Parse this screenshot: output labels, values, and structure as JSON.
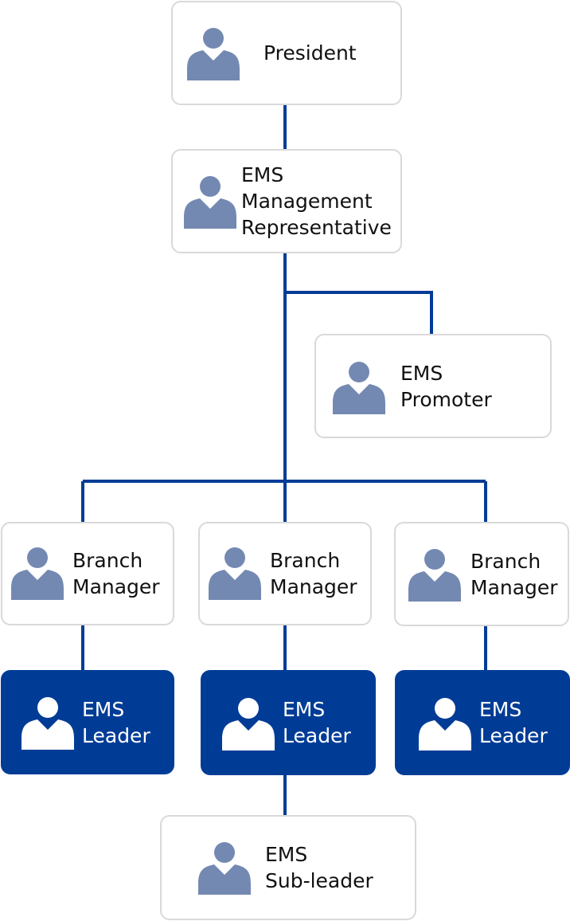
{
  "colors": {
    "connector": "#003c96",
    "icon_light": "#7489b2",
    "icon_on_dark": "#ffffff",
    "dark_box": "#003c96",
    "box_border": "#d9d9d9"
  },
  "nodes": {
    "president": {
      "lines": [
        "President"
      ],
      "icon": "person-icon",
      "style": "outlined"
    },
    "ems_management_representative": {
      "lines": [
        "EMS",
        "Management",
        "Representative"
      ],
      "icon": "person-icon",
      "style": "outlined"
    },
    "ems_promoter": {
      "lines": [
        "EMS",
        "Promoter"
      ],
      "icon": "person-icon",
      "style": "outlined"
    },
    "branch_manager_1": {
      "lines": [
        "Branch",
        "Manager"
      ],
      "icon": "person-icon",
      "style": "outlined"
    },
    "branch_manager_2": {
      "lines": [
        "Branch",
        "Manager"
      ],
      "icon": "person-icon",
      "style": "outlined"
    },
    "branch_manager_3": {
      "lines": [
        "Branch",
        "Manager"
      ],
      "icon": "person-icon",
      "style": "outlined"
    },
    "ems_leader_1": {
      "lines": [
        "EMS",
        "Leader"
      ],
      "icon": "person-icon",
      "style": "filled"
    },
    "ems_leader_2": {
      "lines": [
        "EMS",
        "Leader"
      ],
      "icon": "person-icon",
      "style": "filled"
    },
    "ems_leader_3": {
      "lines": [
        "EMS",
        "Leader"
      ],
      "icon": "person-icon",
      "style": "filled"
    },
    "ems_sub_leader": {
      "lines": [
        "EMS",
        "Sub-leader"
      ],
      "icon": "person-icon",
      "style": "outlined"
    }
  }
}
